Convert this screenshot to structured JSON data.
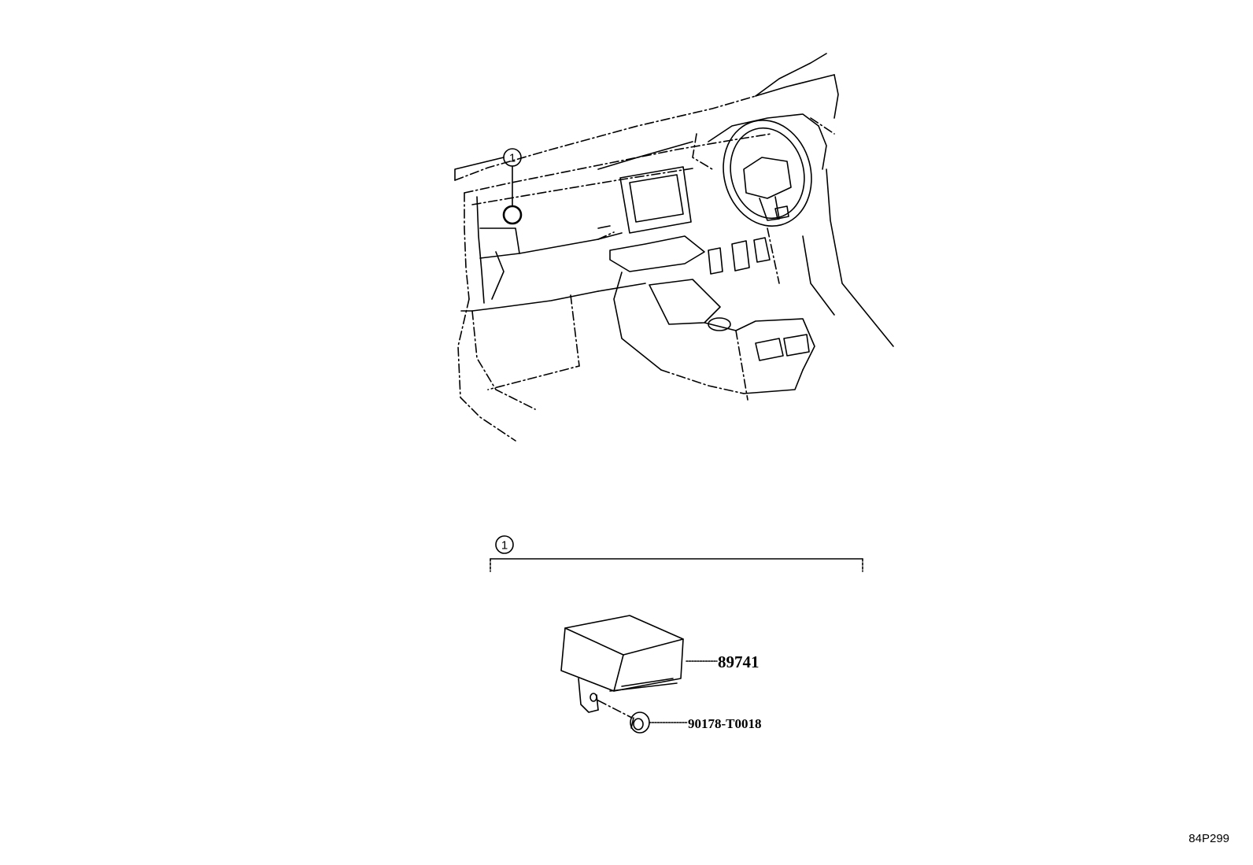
{
  "callouts": {
    "upper": "1",
    "lower": "1"
  },
  "parts": [
    {
      "number": "89741"
    },
    {
      "number": "90178-T0018"
    }
  ],
  "ref_code": "84P299"
}
